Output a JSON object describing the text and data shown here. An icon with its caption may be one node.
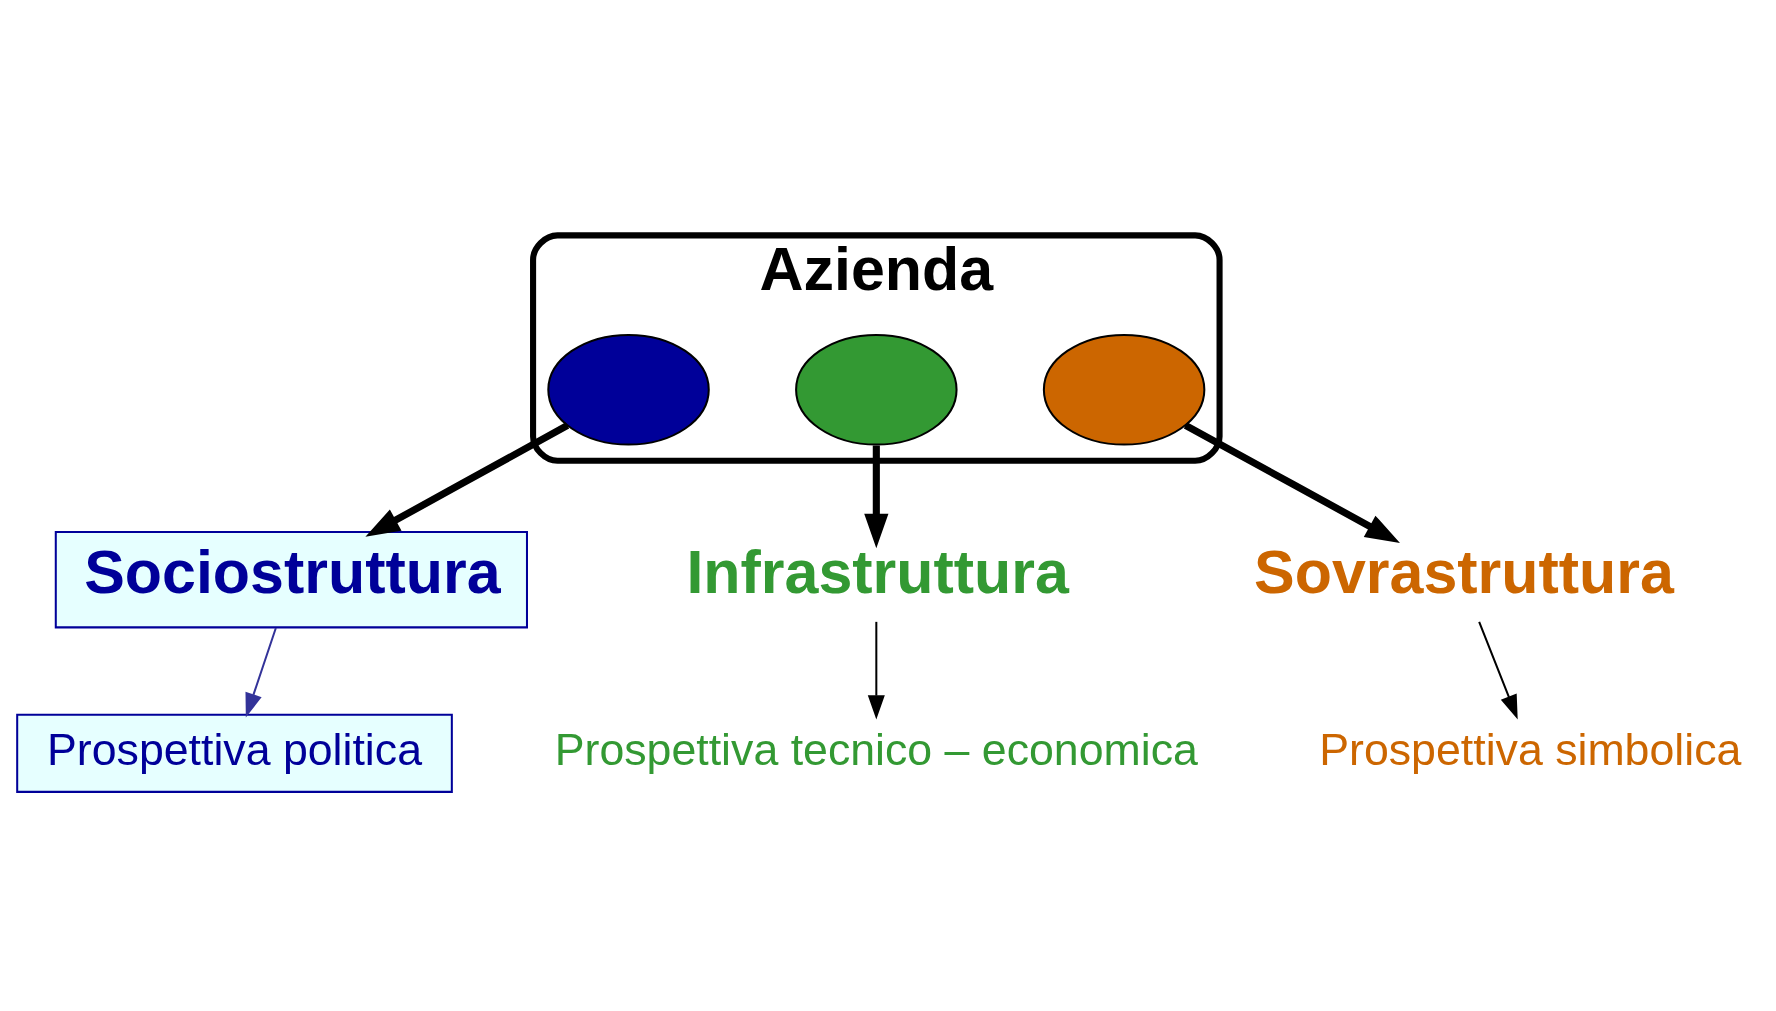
{
  "diagram": {
    "nodes": [
      {
        "text": [
          "Azienda"
        ]
      },
      {
        "text": [],
        "shape": "ellipse",
        "in": 0
      },
      {
        "text": [],
        "shape": "ellipse",
        "in": 0
      },
      {
        "text": [],
        "shape": "ellipse",
        "in": 0
      },
      {
        "text": [
          "Infrastruttura"
        ]
      },
      {
        "text": [
          "Prospettiva tecnico – economica"
        ]
      },
      {
        "text": [
          "Sociostruttura"
        ]
      },
      {
        "text": [
          "Prospettiva politica"
        ]
      },
      {
        "text": [
          "Sovrastruttura"
        ]
      },
      {
        "text": [
          "Prospettiva simbolica"
        ]
      }
    ],
    "edges": [
      {
        "from": 2,
        "to": 4,
        "arrow": "to",
        "style": "thick"
      },
      {
        "from": 1,
        "to": 6,
        "arrow": "to",
        "style": "thick"
      },
      {
        "from": 3,
        "to": 8,
        "arrow": "to",
        "style": "thick"
      },
      {
        "from": 4,
        "to": 5,
        "arrow": "to"
      },
      {
        "from": 6,
        "to": 7,
        "arrow": "to",
        "color": "#333399"
      },
      {
        "from": 8,
        "to": 9,
        "arrow": "to"
      }
    ]
  }
}
